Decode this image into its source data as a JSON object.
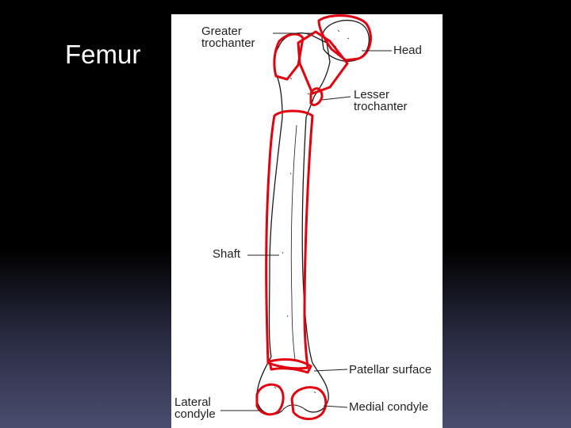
{
  "slide": {
    "title": "Femur"
  },
  "diagram": {
    "labels": {
      "greater_trochanter": [
        "Greater",
        "trochanter"
      ],
      "head": "Head",
      "lesser_trochanter": [
        "Lesser",
        "trochanter"
      ],
      "shaft": "Shaft",
      "patellar_surface": "Patellar surface",
      "lateral_condyle": [
        "Lateral",
        "condyle"
      ],
      "medial_condyle": "Medial condyle"
    },
    "outline_color": "#e0000f"
  }
}
